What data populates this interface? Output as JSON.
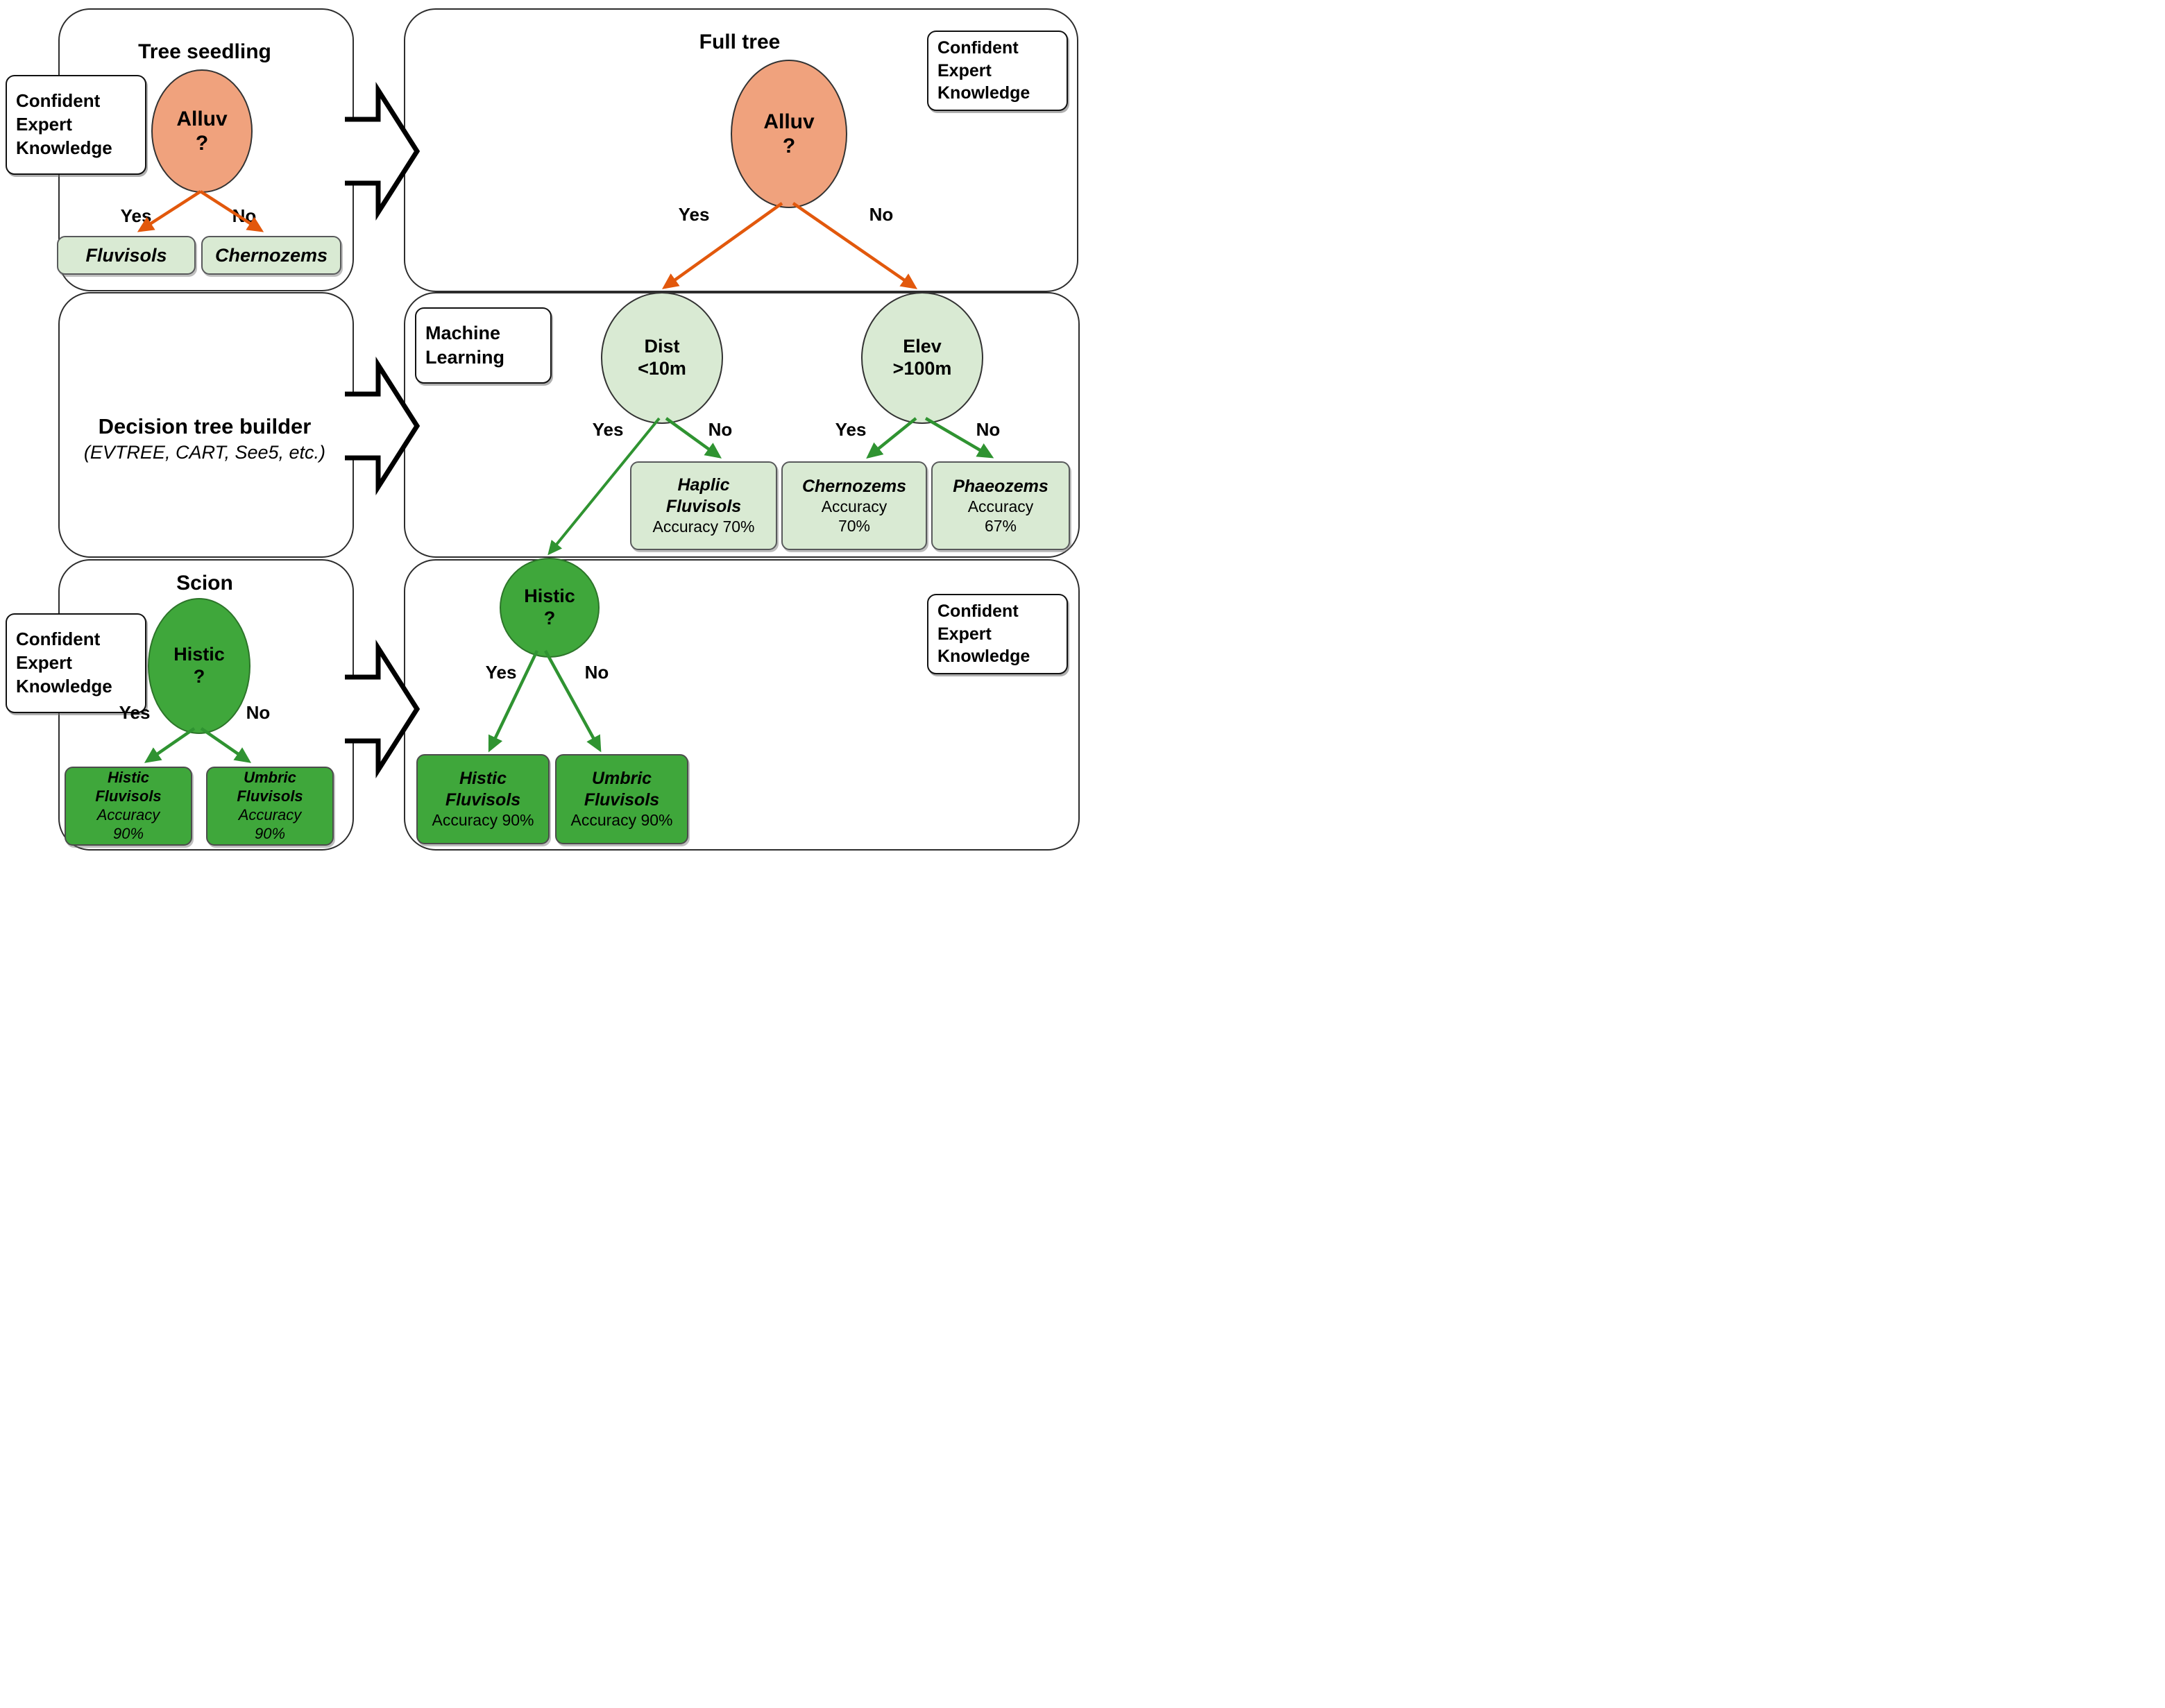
{
  "colors": {
    "salmon": "#F0A27D",
    "light_green": "#D9EAD3",
    "dark_green": "#3FA73B",
    "orange": "#E2580C",
    "green_arrow": "#2F9331"
  },
  "labels": {
    "yes": "Yes",
    "no": "No"
  },
  "cek": {
    "line1": "Confident",
    "line2": "Expert",
    "line3": "Knowledge"
  },
  "seedling": {
    "title": "Tree seedling",
    "node": {
      "name": "Alluv",
      "q": "?"
    },
    "leaf_yes": "Fluvisols",
    "leaf_no": "Chernozems"
  },
  "full_tree": {
    "title": "Full tree",
    "node": {
      "name": "Alluv",
      "q": "?"
    }
  },
  "builder": {
    "title": "Decision tree builder",
    "subtitle": "(EVTREE, CART, See5, etc.)"
  },
  "ml": {
    "label": {
      "line1": "Machine",
      "line2": "Learning"
    },
    "dist": {
      "line1": "Dist",
      "line2": "<10m"
    },
    "elev": {
      "line1": "Elev",
      "line2": ">100m"
    },
    "haplic": {
      "name1": "Haplic",
      "name2": "Fluvisols",
      "acc": "Accuracy 70%"
    },
    "chernozems": {
      "name": "Chernozems",
      "acc1": "Accuracy",
      "acc2": "70%"
    },
    "phaeozems": {
      "name": "Phaeozems",
      "acc1": "Accuracy",
      "acc2": "67%"
    }
  },
  "scion": {
    "title": "Scion",
    "node": {
      "name": "Histic",
      "q": "?"
    },
    "histic": {
      "name1": "Histic",
      "name2": "Fluvisols",
      "acc1": "Accuracy",
      "acc2": "90%"
    },
    "umbric": {
      "name1": "Umbric",
      "name2": "Fluvisols",
      "acc1": "Accuracy",
      "acc2": "90%"
    }
  },
  "grafted": {
    "node": {
      "name": "Histic",
      "q": "?"
    },
    "histic": {
      "name1": "Histic",
      "name2": "Fluvisols",
      "acc": "Accuracy 90%"
    },
    "umbric": {
      "name1": "Umbric",
      "name2": "Fluvisols",
      "acc": "Accuracy 90%"
    }
  }
}
